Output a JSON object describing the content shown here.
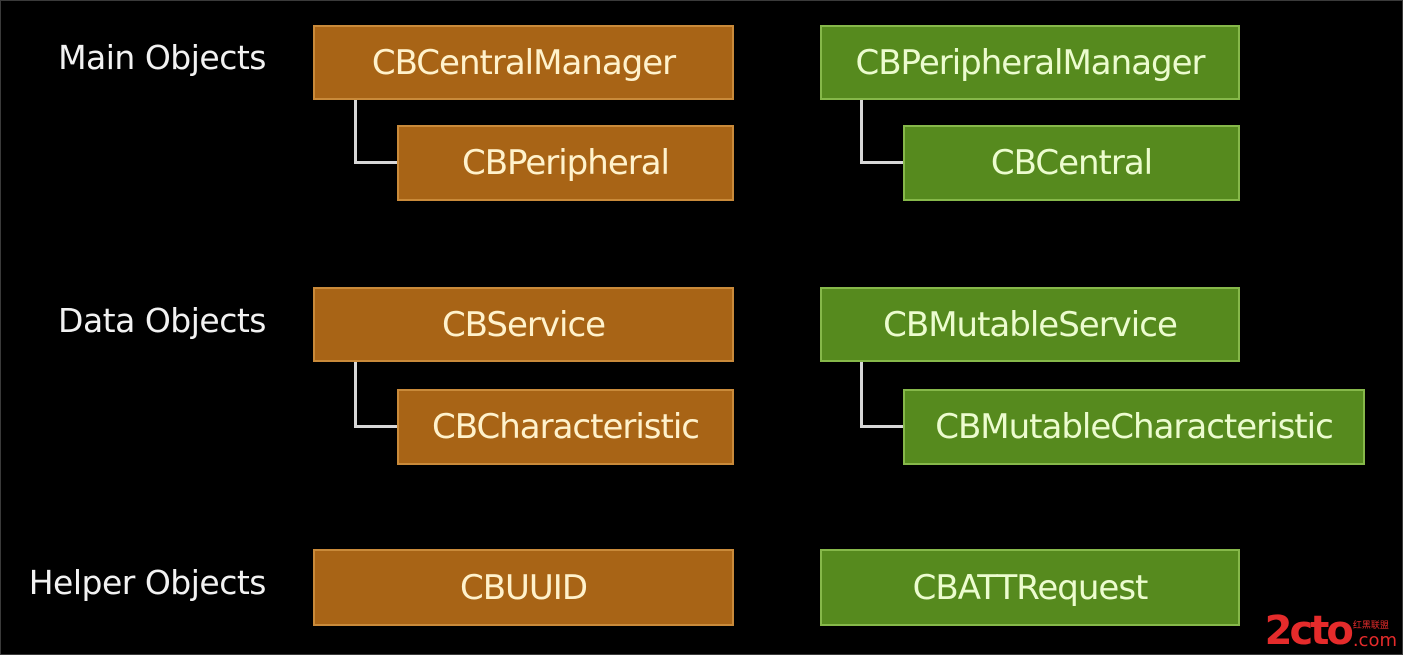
{
  "slide": {
    "rows": [
      {
        "label": "Main Objects",
        "central_side": {
          "parent": "CBCentralManager",
          "child": "CBPeripheral"
        },
        "peripheral_side": {
          "parent": "CBPeripheralManager",
          "child": "CBCentral"
        }
      },
      {
        "label": "Data Objects",
        "central_side": {
          "parent": "CBService",
          "child": "CBCharacteristic"
        },
        "peripheral_side": {
          "parent": "CBMutableService",
          "child": "CBMutableCharacteristic"
        }
      },
      {
        "label": "Helper Objects",
        "central_side": {
          "parent": "CBUUID"
        },
        "peripheral_side": {
          "parent": "CBATTRequest"
        }
      }
    ],
    "colors": {
      "background": "#000000",
      "central_fill": "#a86416",
      "peripheral_fill": "#568a1e",
      "connector": "#d8d8d8"
    }
  },
  "watermark": {
    "main": "2cto",
    "sub": "红黑联盟",
    "suffix": ".com"
  }
}
